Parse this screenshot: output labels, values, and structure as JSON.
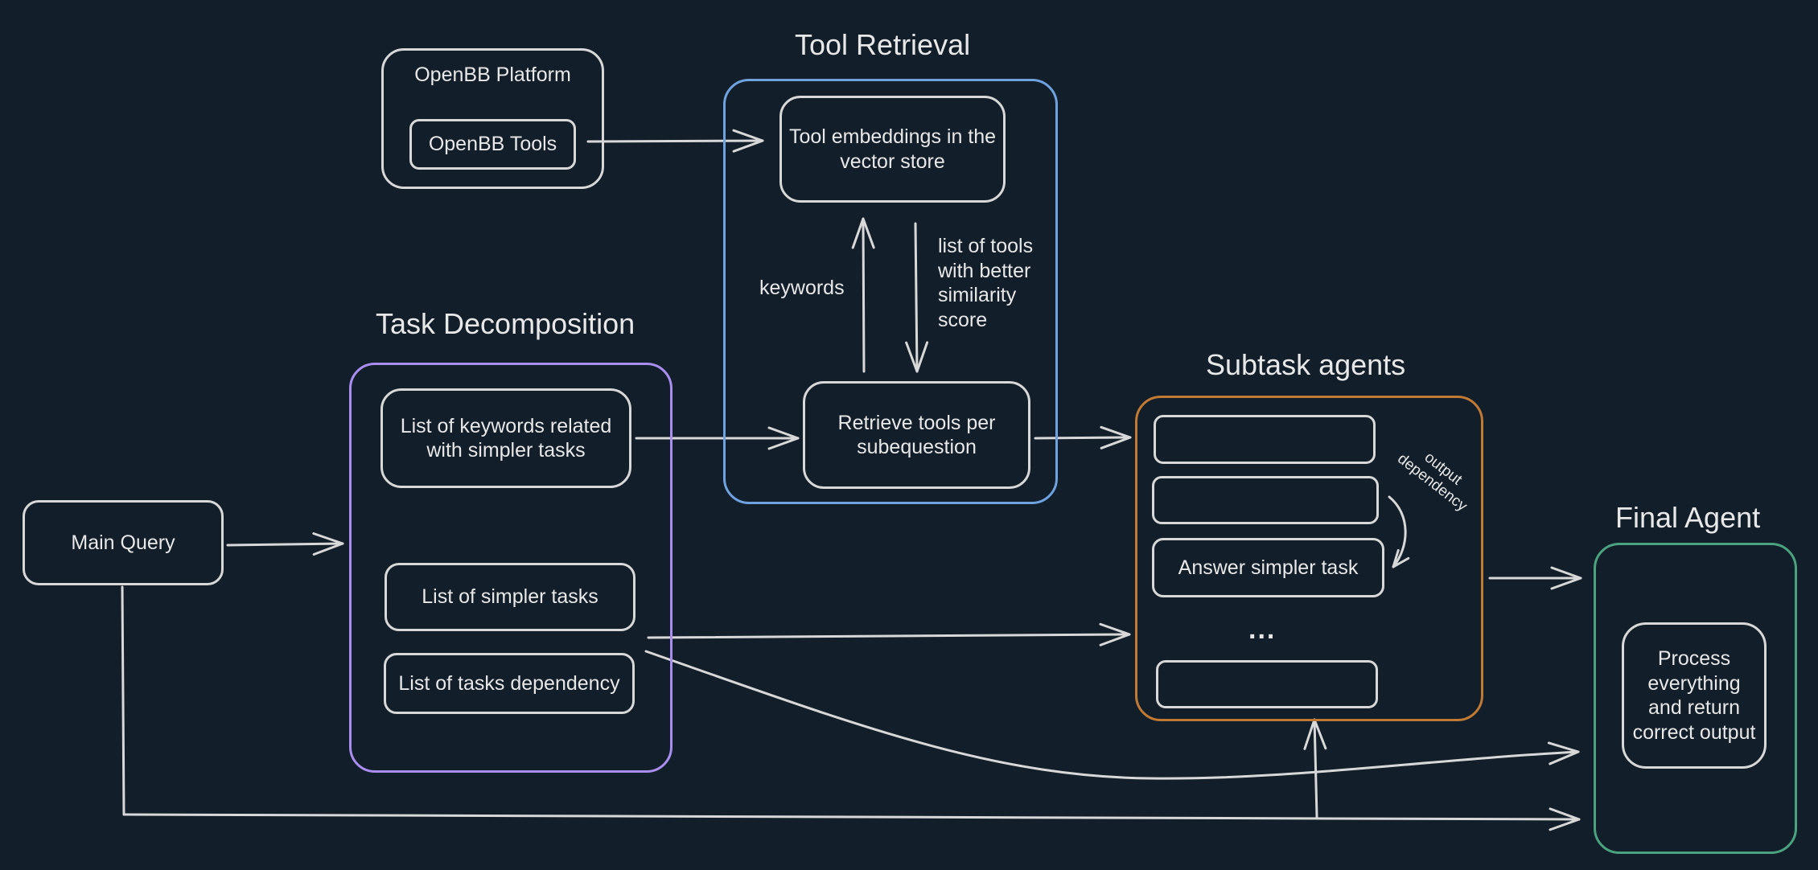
{
  "colors": {
    "background": "#121e2a",
    "line": "#d8d8d8",
    "tool_retrieval": "#6fa3e0",
    "task_decomposition": "#a98ef0",
    "subtask_agents": "#c07a34",
    "final_agent": "#4aa37e"
  },
  "openbb": {
    "title": "OpenBB Platform",
    "tools": "OpenBB Tools"
  },
  "tool_retrieval": {
    "title": "Tool Retrieval",
    "embeddings": "Tool embeddings in the vector store",
    "keywords": "keywords",
    "list_of_tools": "list of tools with better similarity score",
    "retrieve": "Retrieve tools per subequestion"
  },
  "task_decomposition": {
    "title": "Task Decomposition",
    "keywords_list": "List of keywords related with simpler tasks",
    "simpler_tasks": "List of simpler tasks",
    "tasks_dependency": "List of tasks dependency"
  },
  "main_query": "Main Query",
  "subtask_agents": {
    "title": "Subtask agents",
    "answer": "Answer simpler task",
    "ellipsis": "...",
    "output_dependency": "output dependency"
  },
  "final_agent": {
    "title": "Final Agent",
    "process": "Process everything and return correct output"
  }
}
